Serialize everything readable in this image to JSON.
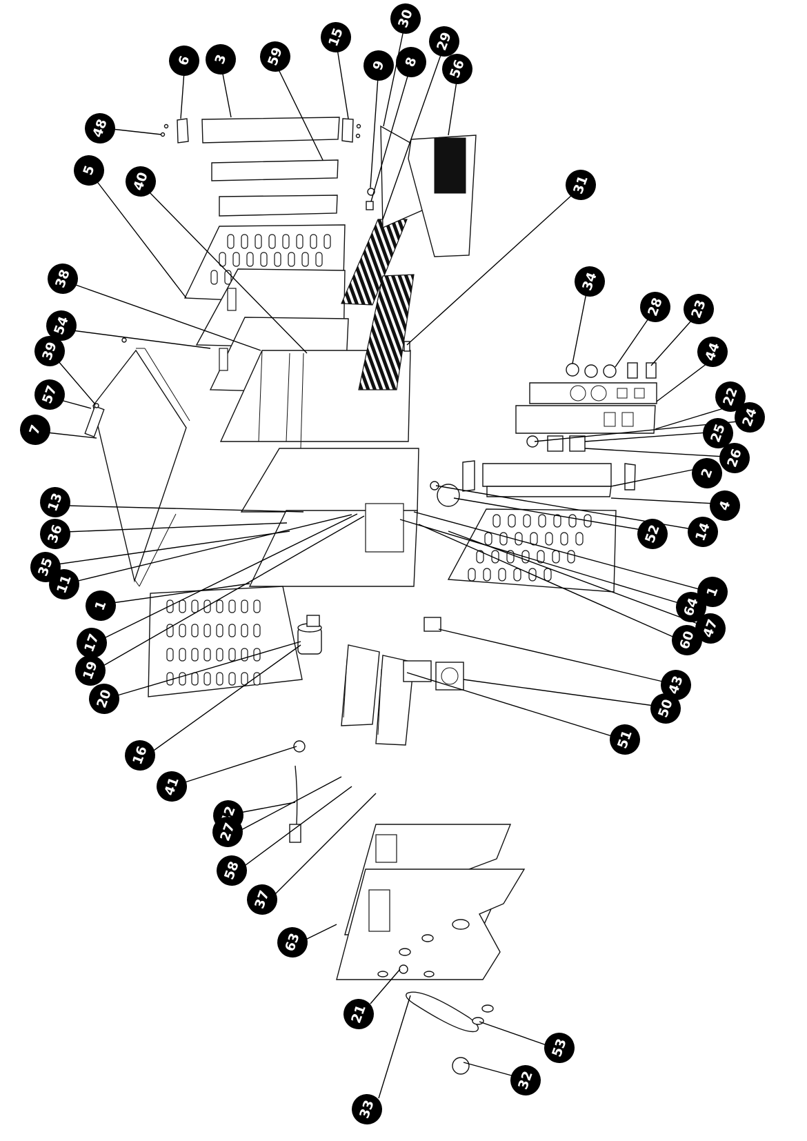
{
  "callouts": [
    {
      "label": "6"
    },
    {
      "label": "3"
    },
    {
      "label": "59"
    },
    {
      "label": "15"
    },
    {
      "label": "9"
    },
    {
      "label": "30"
    },
    {
      "label": "8"
    },
    {
      "label": "29"
    },
    {
      "label": "56"
    },
    {
      "label": "48"
    },
    {
      "label": "5"
    },
    {
      "label": "40"
    },
    {
      "label": "31"
    },
    {
      "label": "38"
    },
    {
      "label": "54"
    },
    {
      "label": "39"
    },
    {
      "label": "57"
    },
    {
      "label": "7"
    },
    {
      "label": "34"
    },
    {
      "label": "28"
    },
    {
      "label": "23"
    },
    {
      "label": "44"
    },
    {
      "label": "22"
    },
    {
      "label": "24"
    },
    {
      "label": "25"
    },
    {
      "label": "26"
    },
    {
      "label": "2"
    },
    {
      "label": "4"
    },
    {
      "label": "14"
    },
    {
      "label": "52"
    },
    {
      "label": "1"
    },
    {
      "label": "64"
    },
    {
      "label": "60"
    },
    {
      "label": "47"
    },
    {
      "label": "13"
    },
    {
      "label": "36"
    },
    {
      "label": "35"
    },
    {
      "label": "11"
    },
    {
      "label": "1"
    },
    {
      "label": "17"
    },
    {
      "label": "19"
    },
    {
      "label": "20"
    },
    {
      "label": "43"
    },
    {
      "label": "50"
    },
    {
      "label": "51"
    },
    {
      "label": "16"
    },
    {
      "label": "41"
    },
    {
      "label": "42"
    },
    {
      "label": "27"
    },
    {
      "label": "58"
    },
    {
      "label": "37"
    },
    {
      "label": "63"
    },
    {
      "label": "21"
    },
    {
      "label": "33"
    },
    {
      "label": "53"
    },
    {
      "label": "32"
    }
  ]
}
